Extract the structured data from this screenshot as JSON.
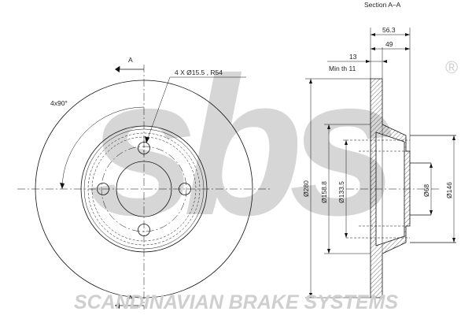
{
  "brand": {
    "logo_text": "sbs",
    "registered_mark": "®",
    "tagline": "SCANDINAVIAN BRAKE SYSTEMS",
    "watermark_color": "#d2d2d2"
  },
  "front_view": {
    "section_marker_top": "A",
    "section_marker_bottom": "A",
    "angle_label": "4x90°",
    "holes_label": "4 X Ø15.5 , R54"
  },
  "section_view": {
    "title": "Section A–A",
    "dimensions": {
      "overall_height": "56.3",
      "hat_height": "49",
      "thickness": "13",
      "min_thickness": "Min th 11",
      "outer_diameter": "Ø280",
      "hat_diameter": "Ø158.8",
      "inner_diameter": "Ø133.5",
      "center_bore": "Ø68",
      "hat_outer_diameter": "Ø146"
    }
  }
}
